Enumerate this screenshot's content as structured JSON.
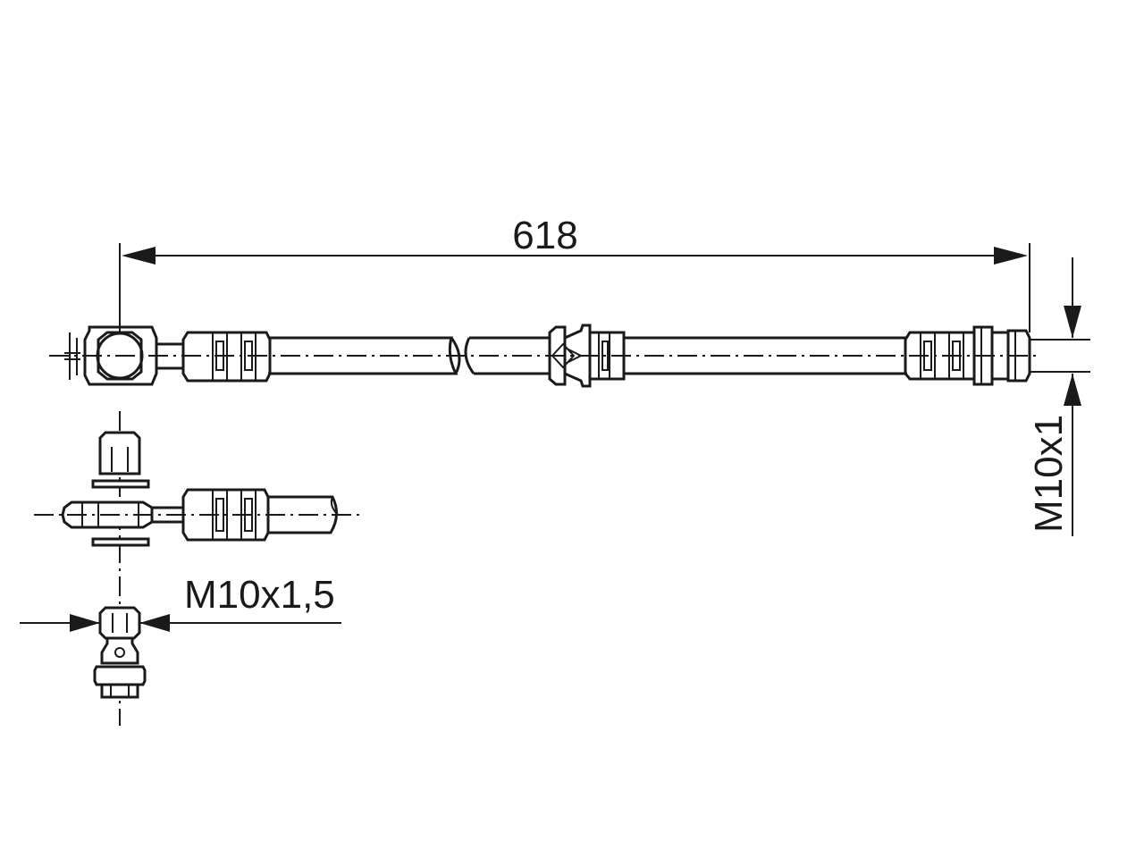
{
  "diagram": {
    "dimensions": {
      "overall_length": "618",
      "thread_right": "M10x1",
      "thread_banjo": "M10x1,5"
    },
    "colors": {
      "line": "#1a1a1a",
      "background": "#ffffff"
    }
  }
}
